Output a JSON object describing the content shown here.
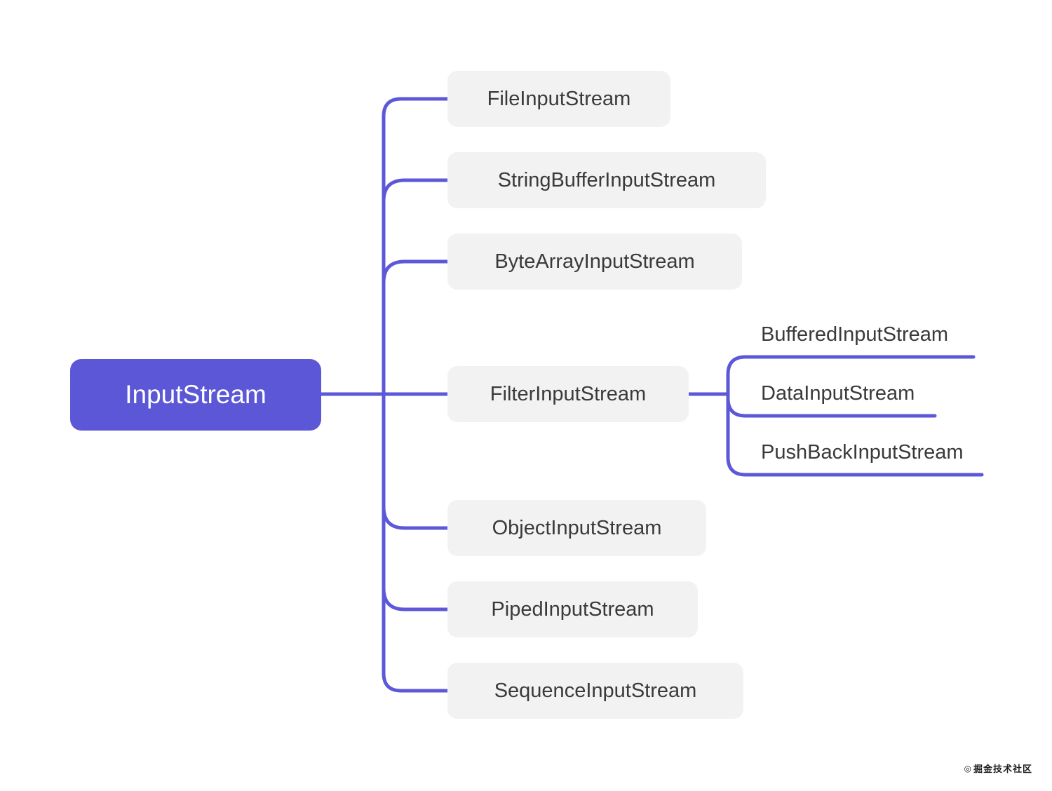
{
  "diagram": {
    "root": {
      "label": "InputStream"
    },
    "children": [
      {
        "label": "FileInputStream"
      },
      {
        "label": "StringBufferInputStream"
      },
      {
        "label": "ByteArrayInputStream"
      },
      {
        "label": "FilterInputStream",
        "children": [
          {
            "label": "BufferedInputStream"
          },
          {
            "label": "DataInputStream"
          },
          {
            "label": "PushBackInputStream"
          }
        ]
      },
      {
        "label": "ObjectInputStream"
      },
      {
        "label": "PipedInputStream"
      },
      {
        "label": "SequenceInputStream"
      }
    ]
  },
  "watermark": {
    "logo": "◎",
    "text": "掘金技术社区"
  },
  "colors": {
    "accent": "#5B57D6",
    "line": "#5C58D8",
    "node_bg": "#F2F2F2",
    "node_text": "#3A3A3A",
    "watermark": "#1F1F1F"
  }
}
